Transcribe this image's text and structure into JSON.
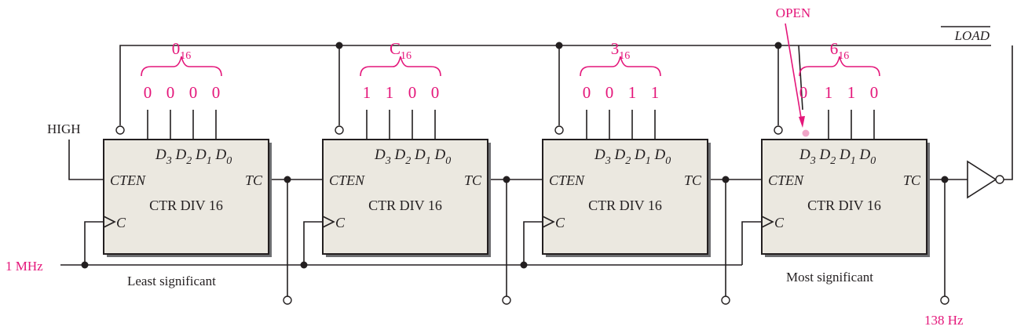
{
  "colors": {
    "accent": "#e4167a",
    "ink": "#231f20",
    "box_fill": "#ebe8e0"
  },
  "labels": {
    "open": "OPEN",
    "load": "LOAD",
    "high": "HIGH",
    "clock_in": "1 MHz",
    "output": "138 Hz",
    "least_significant": "Least significant",
    "most_significant": "Most significant"
  },
  "counters": [
    {
      "title": "CTR DIV 16",
      "enable": "CTEN",
      "tc": "TC",
      "clock": "C",
      "data_label": "D",
      "data_pins": [
        "3",
        "2",
        "1",
        "0"
      ],
      "hex_digit": "0",
      "hex_base": "16",
      "bits": [
        "0",
        "0",
        "0",
        "0"
      ]
    },
    {
      "title": "CTR DIV 16",
      "enable": "CTEN",
      "tc": "TC",
      "clock": "C",
      "data_label": "D",
      "data_pins": [
        "3",
        "2",
        "1",
        "0"
      ],
      "hex_digit": "C",
      "hex_base": "16",
      "bits": [
        "1",
        "1",
        "0",
        "0"
      ]
    },
    {
      "title": "CTR DIV 16",
      "enable": "CTEN",
      "tc": "TC",
      "clock": "C",
      "data_label": "D",
      "data_pins": [
        "3",
        "2",
        "1",
        "0"
      ],
      "hex_digit": "3",
      "hex_base": "16",
      "bits": [
        "0",
        "0",
        "1",
        "1"
      ]
    },
    {
      "title": "CTR DIV 16",
      "enable": "CTEN",
      "tc": "TC",
      "clock": "C",
      "data_label": "D",
      "data_pins": [
        "3",
        "2",
        "1",
        "0"
      ],
      "hex_digit": "6",
      "hex_base": "16",
      "bits": [
        "0",
        "1",
        "1",
        "0"
      ]
    }
  ]
}
